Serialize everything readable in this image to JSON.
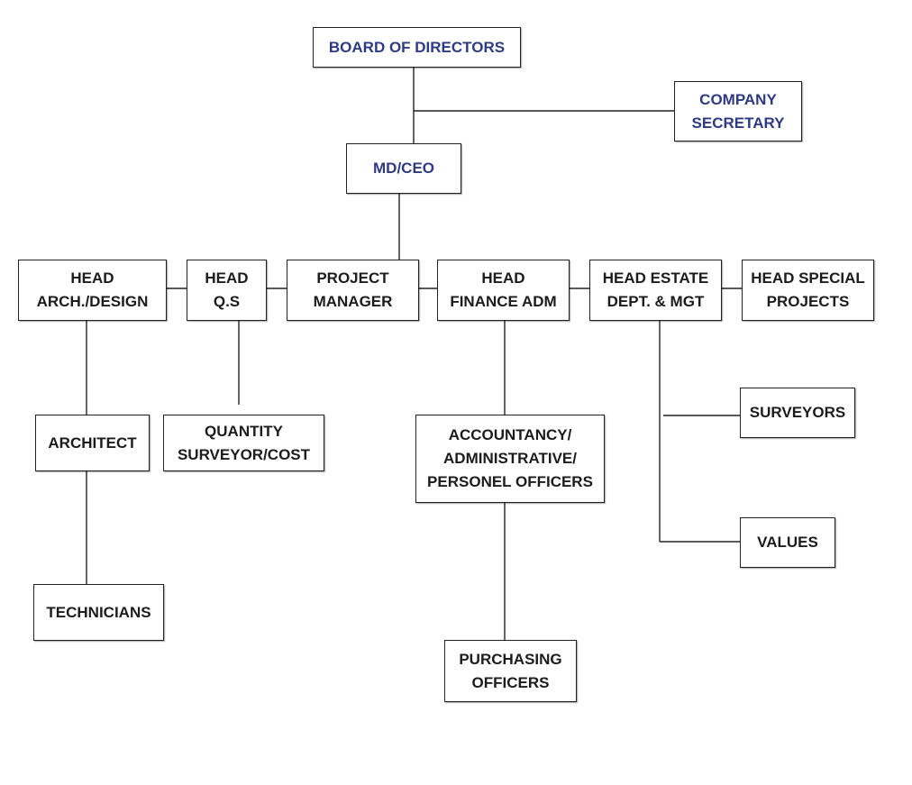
{
  "colors": {
    "executive_text": "#2e3b82",
    "unit_text": "#1c1c1c",
    "line": "#222222"
  },
  "nodes": {
    "board": {
      "lines": [
        "BOARD OF DIRECTORS"
      ]
    },
    "secretary": {
      "lines": [
        "COMPANY",
        "SECRETARY"
      ]
    },
    "ceo": {
      "lines": [
        "MD/CEO"
      ]
    },
    "arch": {
      "lines": [
        "HEAD",
        "ARCH./DESIGN"
      ]
    },
    "qs": {
      "lines": [
        "HEAD",
        "Q.S"
      ]
    },
    "pm": {
      "lines": [
        "PROJECT",
        "MANAGER"
      ]
    },
    "finance": {
      "lines": [
        "HEAD",
        "FINANCE ADM"
      ]
    },
    "estate": {
      "lines": [
        "HEAD ESTATE",
        "DEPT. & MGT"
      ]
    },
    "special": {
      "lines": [
        "HEAD SPECIAL",
        "PROJECTS"
      ]
    },
    "architect": {
      "lines": [
        "ARCHITECT"
      ]
    },
    "quantity": {
      "lines": [
        "QUANTITY",
        "SURVEYOR/COST"
      ]
    },
    "accountancy": {
      "lines": [
        "ACCOUNTANCY/",
        "ADMINISTRATIVE/",
        "PERSONEL OFFICERS"
      ]
    },
    "surveyors": {
      "lines": [
        "SURVEYORS"
      ]
    },
    "values": {
      "lines": [
        "VALUES"
      ]
    },
    "technicians": {
      "lines": [
        "TECHNICIANS"
      ]
    },
    "purchasing": {
      "lines": [
        "PURCHASING",
        "OFFICERS"
      ]
    }
  },
  "connections": [
    {
      "from": "board",
      "to": "ceo"
    },
    {
      "from": "board",
      "to": "secretary"
    },
    {
      "from": "ceo",
      "to": "pm"
    },
    {
      "from": "arch",
      "to": "qs"
    },
    {
      "from": "qs",
      "to": "pm"
    },
    {
      "from": "pm",
      "to": "finance"
    },
    {
      "from": "finance",
      "to": "estate"
    },
    {
      "from": "estate",
      "to": "special"
    },
    {
      "from": "arch",
      "to": "architect"
    },
    {
      "from": "architect",
      "to": "technicians"
    },
    {
      "from": "qs",
      "to": "quantity"
    },
    {
      "from": "finance",
      "to": "accountancy"
    },
    {
      "from": "accountancy",
      "to": "purchasing"
    },
    {
      "from": "estate",
      "to": "surveyors"
    },
    {
      "from": "estate",
      "to": "values"
    }
  ]
}
